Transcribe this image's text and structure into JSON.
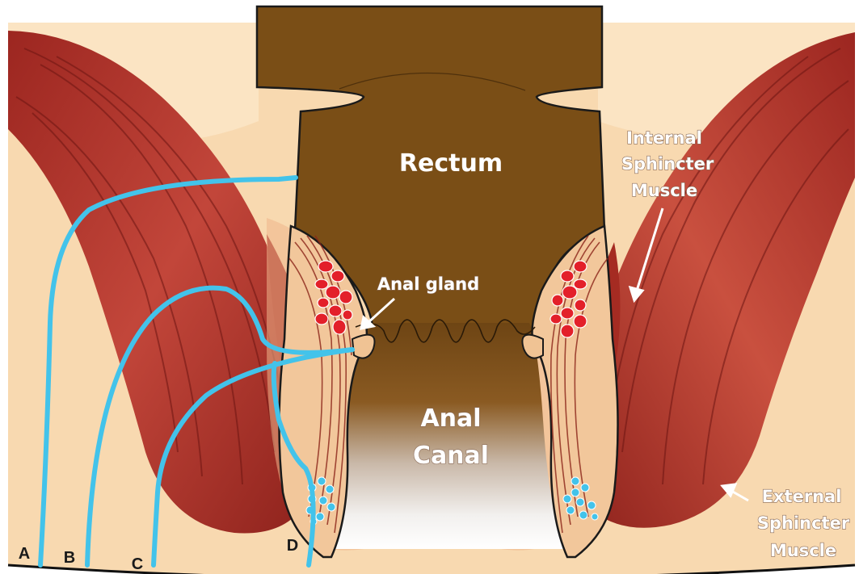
{
  "labels": {
    "rectum": "Rectum",
    "internal_sphincter": [
      "Internal",
      "Sphincter",
      "Muscle"
    ],
    "anal_gland": "Anal gland",
    "anal_canal": [
      "Anal",
      "Canal"
    ],
    "external_sphincter": [
      "External",
      "Sphincter",
      "Muscle"
    ]
  },
  "fistula_tracks": [
    "A",
    "B",
    "C",
    "D"
  ],
  "colors": {
    "skin": "#f8d9b0",
    "skin_light": "#fbe6c8",
    "rectum": "#7a4e16",
    "muscle": "#b3352b",
    "muscle_dark": "#7d1a16",
    "tract": "#43c3ea",
    "gland": "#e3202a"
  }
}
